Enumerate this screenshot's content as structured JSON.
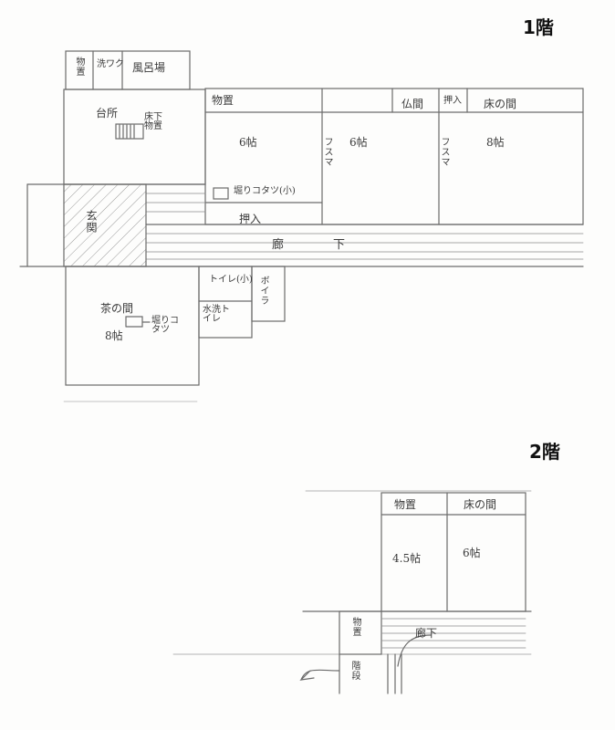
{
  "floor1": {
    "title": "1階",
    "rooms": {
      "storage_top_left": "物置",
      "washroom": "洗ワク",
      "bath": "風呂場",
      "kitchen": "台所",
      "under_floor_storage": "床下物置",
      "storage_top": "物置",
      "room_6a": "6帖",
      "fusuma_1": "フスマ",
      "room_6b": "6帖",
      "butsuma": "仏間",
      "oshiire_top": "押入",
      "tokonoma_1": "床の間",
      "fusuma_2": "フスマ",
      "room_8": "8帖",
      "kotatsu_1": "堀りコタツ(小)",
      "oshiire_bottom": "押入",
      "entrance": "玄関",
      "corridor": "廊下",
      "toilet_small": "トイレ(小)",
      "boiler": "ボイラ",
      "flush_toilet": "水洗トイレ",
      "tea_room": "茶の間",
      "tea_room_size": "8帖",
      "kotatsu_2": "堀りコタツ"
    }
  },
  "floor2": {
    "title": "2階",
    "rooms": {
      "storage_1": "物置",
      "tokonoma": "床の間",
      "room_45": "4.5帖",
      "room_6": "6帖",
      "storage_2": "物置",
      "corridor": "廊下",
      "stairs": "階段"
    }
  },
  "colors": {
    "line": "#6b6b6b",
    "text": "#3a3a3a",
    "hatch": "#8a8a8a"
  }
}
